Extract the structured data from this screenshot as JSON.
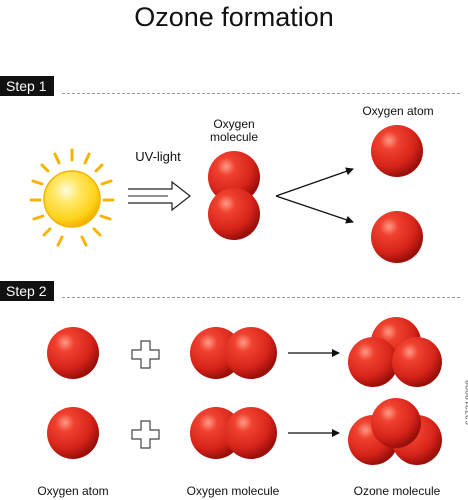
{
  "title": "Ozone formation",
  "step1": {
    "label": "Step 1",
    "uv_label": "UV-light",
    "oxygen_molecule_label": "Oxygen\nmolecule",
    "oxygen_atom_label": "Oxygen atom"
  },
  "step2": {
    "label": "Step 2",
    "oxygen_atom_label": "Oxygen atom",
    "oxygen_molecule_label": "Oxygen molecule",
    "ozone_molecule_label": "Ozone molecule"
  },
  "watermark": "627218998",
  "colors": {
    "atom_red": "#d8251b",
    "atom_dark": "#9b0f0a",
    "sun_yellow": "#ffd21a",
    "sun_ray": "#f6b400"
  }
}
